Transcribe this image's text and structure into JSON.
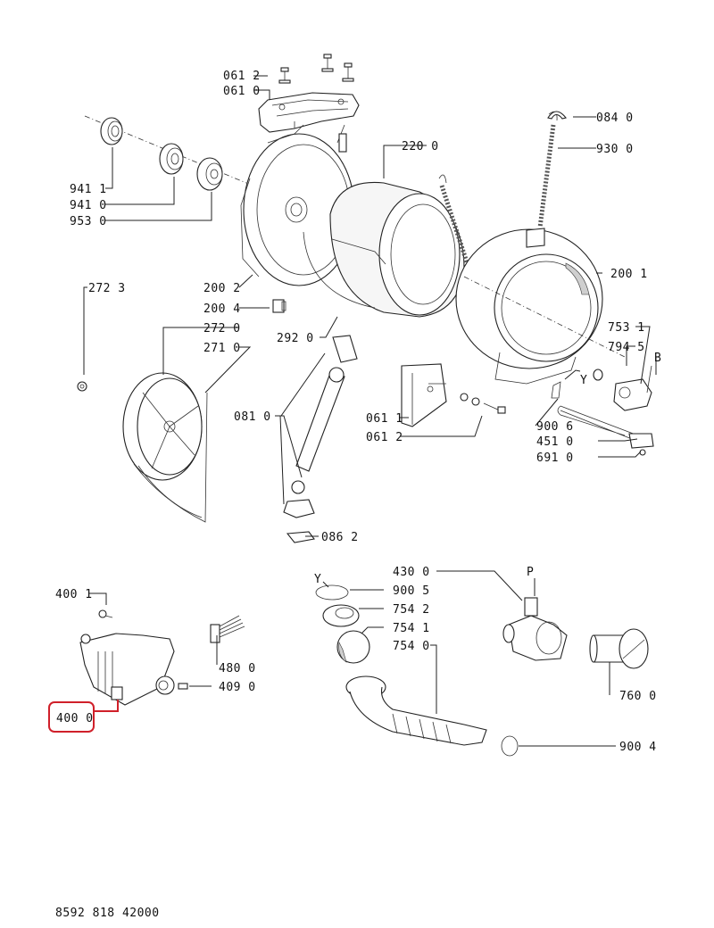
{
  "document": {
    "type": "exploded parts diagram",
    "footer_code": "8592 818 42000",
    "highlight_color": "#d0202a",
    "highlighted_part": "400 0"
  },
  "labels": [
    {
      "id": "061-2-top",
      "text": "061 2"
    },
    {
      "id": "061-0",
      "text": "061 0"
    },
    {
      "id": "084-0",
      "text": "084 0"
    },
    {
      "id": "930-0",
      "text": "930 0"
    },
    {
      "id": "220-0",
      "text": "220 0"
    },
    {
      "id": "941-1",
      "text": "941 1"
    },
    {
      "id": "941-0",
      "text": "941 0"
    },
    {
      "id": "953-0",
      "text": "953 0"
    },
    {
      "id": "200-1",
      "text": "200 1"
    },
    {
      "id": "272-3",
      "text": "272 3"
    },
    {
      "id": "200-2",
      "text": "200 2"
    },
    {
      "id": "200-4",
      "text": "200 4"
    },
    {
      "id": "272-0",
      "text": "272 0"
    },
    {
      "id": "271-0",
      "text": "271 0"
    },
    {
      "id": "292-0",
      "text": "292 0"
    },
    {
      "id": "753-1",
      "text": "753 1"
    },
    {
      "id": "794-5",
      "text": "794 5"
    },
    {
      "id": "B",
      "text": "B"
    },
    {
      "id": "Y-upper",
      "text": "Y"
    },
    {
      "id": "081-0",
      "text": "081 0"
    },
    {
      "id": "061-1",
      "text": "061 1"
    },
    {
      "id": "061-2-mid",
      "text": "061 2"
    },
    {
      "id": "900-6",
      "text": "900 6"
    },
    {
      "id": "451-0",
      "text": "451 0"
    },
    {
      "id": "691-0",
      "text": "691 0"
    },
    {
      "id": "086-2",
      "text": "086 2"
    },
    {
      "id": "400-1",
      "text": "400 1"
    },
    {
      "id": "480-0",
      "text": "480 0"
    },
    {
      "id": "409-0",
      "text": "409 0"
    },
    {
      "id": "400-0",
      "text": "400 0"
    },
    {
      "id": "Y-lower",
      "text": "Y"
    },
    {
      "id": "430-0",
      "text": "430 0"
    },
    {
      "id": "P",
      "text": "P"
    },
    {
      "id": "900-5",
      "text": "900 5"
    },
    {
      "id": "754-2",
      "text": "754 2"
    },
    {
      "id": "754-1",
      "text": "754 1"
    },
    {
      "id": "754-0",
      "text": "754 0"
    },
    {
      "id": "760-0",
      "text": "760 0"
    },
    {
      "id": "900-4",
      "text": "900 4"
    }
  ]
}
